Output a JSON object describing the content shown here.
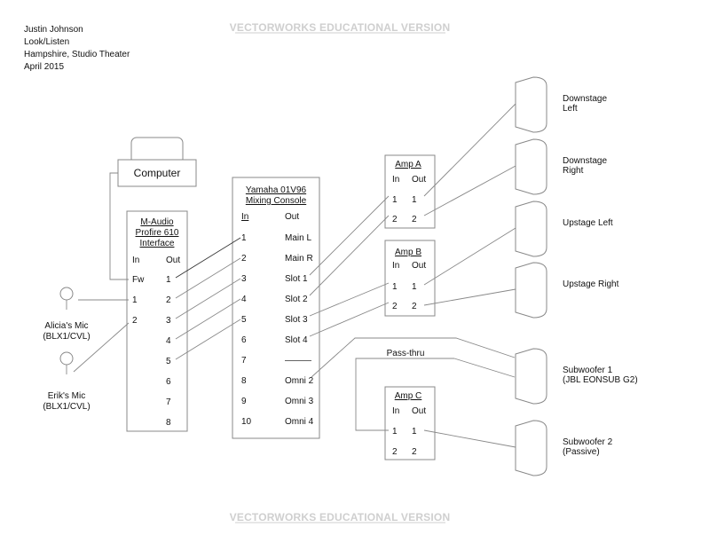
{
  "watermark": "VECTORWORKS EDUCATIONAL VERSION",
  "header": {
    "designer": "Justin Johnson",
    "company": "Look/Listen",
    "venue": "Hampshire, Studio Theater",
    "date": "April 2015"
  },
  "computer": {
    "label": "Computer"
  },
  "interface": {
    "title": [
      "M-Audio",
      "Profire 610",
      "Interface"
    ],
    "in_label": "In",
    "out_label": "Out",
    "inputs": [
      "Fw",
      "1",
      "2"
    ],
    "outputs": [
      "1",
      "2",
      "3",
      "4",
      "5",
      "6",
      "7",
      "8"
    ]
  },
  "console": {
    "title": [
      "Yamaha 01V96",
      "Mixing Console"
    ],
    "in_label": "In",
    "out_label": "Out",
    "inputs": [
      "1",
      "2",
      "3",
      "4",
      "5",
      "6",
      "7",
      "8",
      "9",
      "10"
    ],
    "outputs": [
      "Main L",
      "Main R",
      "Slot 1",
      "Slot 2",
      "Slot 3",
      "Slot 4",
      "———",
      "Omni 2",
      "Omni 3",
      "Omni 4"
    ]
  },
  "amp_a": {
    "title": "Amp A",
    "in_label": "In",
    "out_label": "Out",
    "inputs": [
      "1",
      "2"
    ],
    "outputs": [
      "1",
      "2"
    ]
  },
  "amp_b": {
    "title": "Amp B",
    "in_label": "In",
    "out_label": "Out",
    "inputs": [
      "1",
      "2"
    ],
    "outputs": [
      "1",
      "2"
    ]
  },
  "amp_c": {
    "title": "Amp C",
    "in_label": "In",
    "out_label": "Out",
    "inputs": [
      "1",
      "2"
    ],
    "outputs": [
      "1",
      "2"
    ]
  },
  "pass_thru": "Pass-thru",
  "mics": [
    {
      "name": "Alicia's Mic",
      "model": "(BLX1/CVL)"
    },
    {
      "name": "Erik's Mic",
      "model": "(BLX1/CVL)"
    }
  ],
  "speakers": [
    {
      "line1": "Downstage",
      "line2": "Left"
    },
    {
      "line1": "Downstage",
      "line2": "Right"
    },
    {
      "line1": "Upstage Left",
      "line2": ""
    },
    {
      "line1": "Upstage Right",
      "line2": ""
    },
    {
      "line1": "Subwoofer 1",
      "line2": "(JBL EONSUB G2)"
    },
    {
      "line1": "Subwoofer 2",
      "line2": "(Passive)"
    }
  ]
}
